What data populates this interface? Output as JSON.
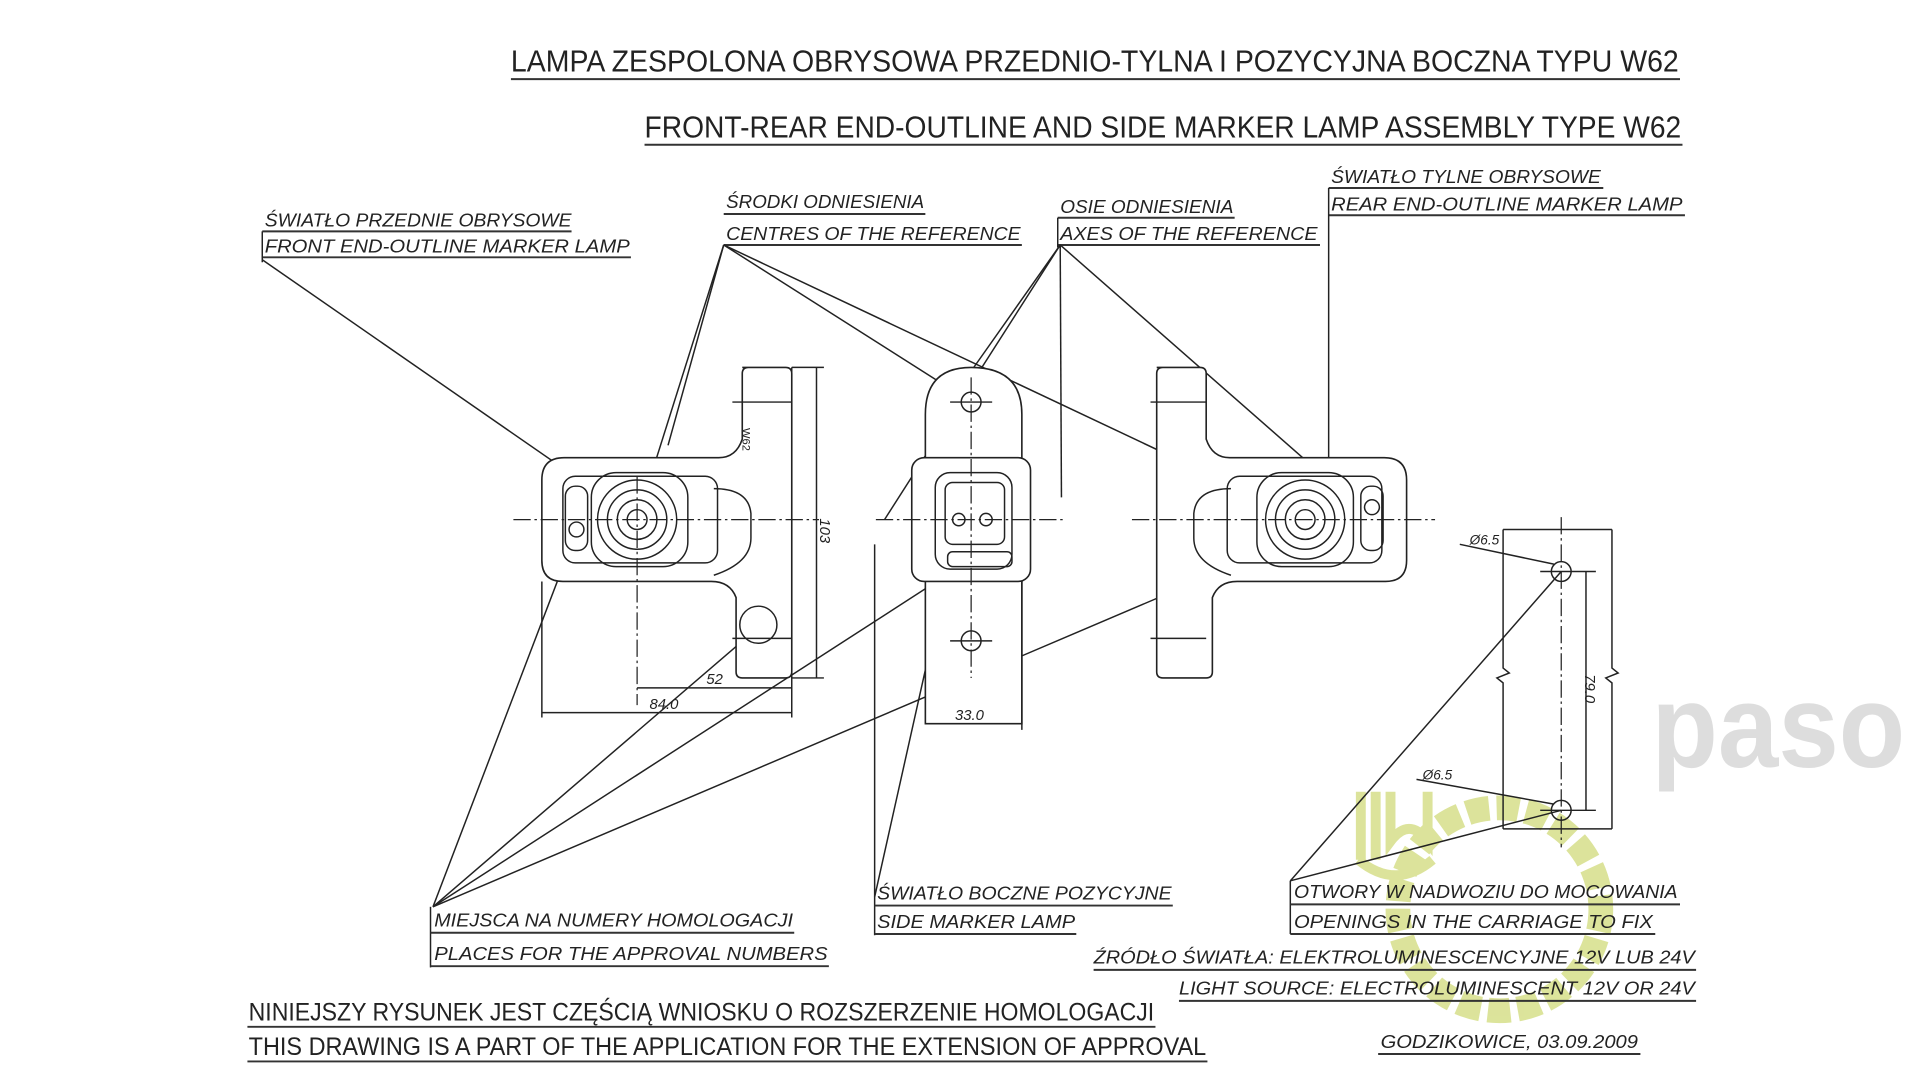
{
  "title": {
    "pl": "LAMPA  ZESPOLONA OBRYSOWA PRZEDNIO-TYLNA I POZYCYJNA BOCZNA TYPU W62",
    "en": "FRONT-REAR END-OUTLINE AND SIDE MARKER LAMP ASSEMBLY TYPE W62"
  },
  "labels": {
    "front_pl": "ŚWIATŁO PRZEDNIE OBRYSOWE",
    "front_en": "FRONT END-OUTLINE MARKER LAMP",
    "centres_pl": "ŚRODKI ODNIESIENIA",
    "centres_en": "CENTRES OF THE REFERENCE",
    "axes_pl": "OSIE ODNIESIENIA",
    "axes_en": "AXES OF THE REFERENCE",
    "rear_pl": "ŚWIATŁO TYLNE OBRYSOWE",
    "rear_en": "REAR END-OUTLINE MARKER LAMP",
    "approval_pl": "MIEJSCA NA NUMERY HOMOLOGACJI",
    "approval_en": "PLACES FOR THE APPROVAL NUMBERS",
    "side_pl": "ŚWIATŁO BOCZNE POZYCYJNE",
    "side_en": "SIDE MARKER LAMP",
    "openings_pl": "OTWORY W NADWOZIU DO MOCOWANIA",
    "openings_en": "OPENINGS IN THE CARRIAGE TO FIX",
    "source_pl": "ŹRÓDŁO ŚWIATŁA: ELEKTROLUMINESCENCYJNE 12V LUB 24V",
    "source_en": "LIGHT SOURCE: ELECTROLUMINESCENT 12V OR 24V"
  },
  "dimensions": {
    "height": "103",
    "offset": "52",
    "width": "84.0",
    "depth": "33.0",
    "hole_spacing": "79.0",
    "hole_dia_top": "Ø6.5",
    "hole_dia_bottom": "Ø6.5"
  },
  "stamp": {
    "w62": "W62"
  },
  "footer": {
    "pl": "NINIEJSZY RYSUNEK JEST CZĘŚCIĄ WNIOSKU O ROZSZERZENIE HOMOLOGACJI",
    "en": "THIS DRAWING IS A PART OF THE APPLICATION FOR THE EXTENSION OF APPROVAL",
    "place_date": "GODZIKOWICE, 03.09.2009"
  },
  "watermark": {
    "text": "paso",
    "colors": {
      "grey": "#c8c8c8",
      "green": "#d6df8a"
    }
  }
}
